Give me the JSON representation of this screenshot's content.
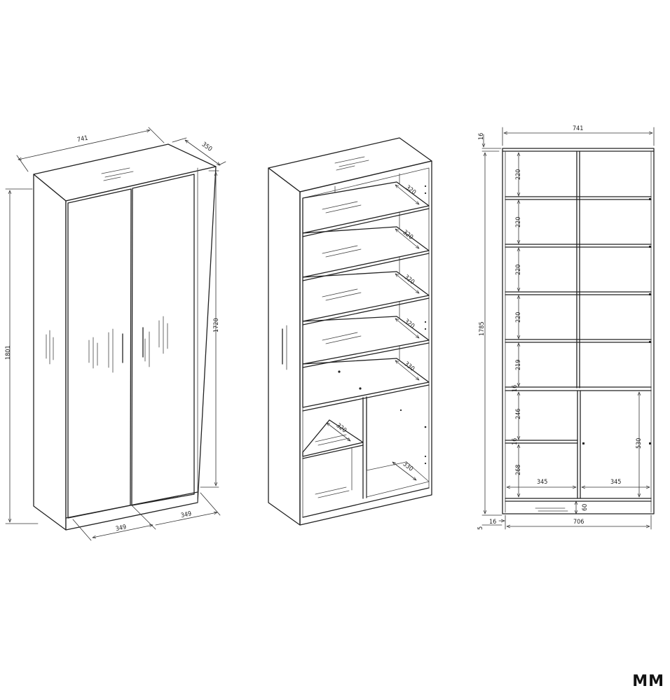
{
  "unit": "MM",
  "view_closed": {
    "width": "741",
    "depth": "350",
    "height_total": "1801",
    "height_body": "1720",
    "door_left": "349",
    "door_right": "349"
  },
  "view_open": {
    "shelves": [
      "320",
      "320",
      "320",
      "320",
      "330"
    ],
    "lower_left_shelf": "320",
    "lower_right_floor": "330"
  },
  "view_front": {
    "width": "741",
    "top_thickness": "16",
    "height": "1785",
    "compartments": [
      "220",
      "220",
      "220",
      "220",
      "219"
    ],
    "divider": "16",
    "lower_top": "246",
    "lower_divider": "16",
    "lower_bottom": "268",
    "lower_right_height": "530",
    "cell_left": "345",
    "cell_right": "345",
    "plinth": "60",
    "foot": "5",
    "side": "16",
    "inner_width": "706"
  }
}
